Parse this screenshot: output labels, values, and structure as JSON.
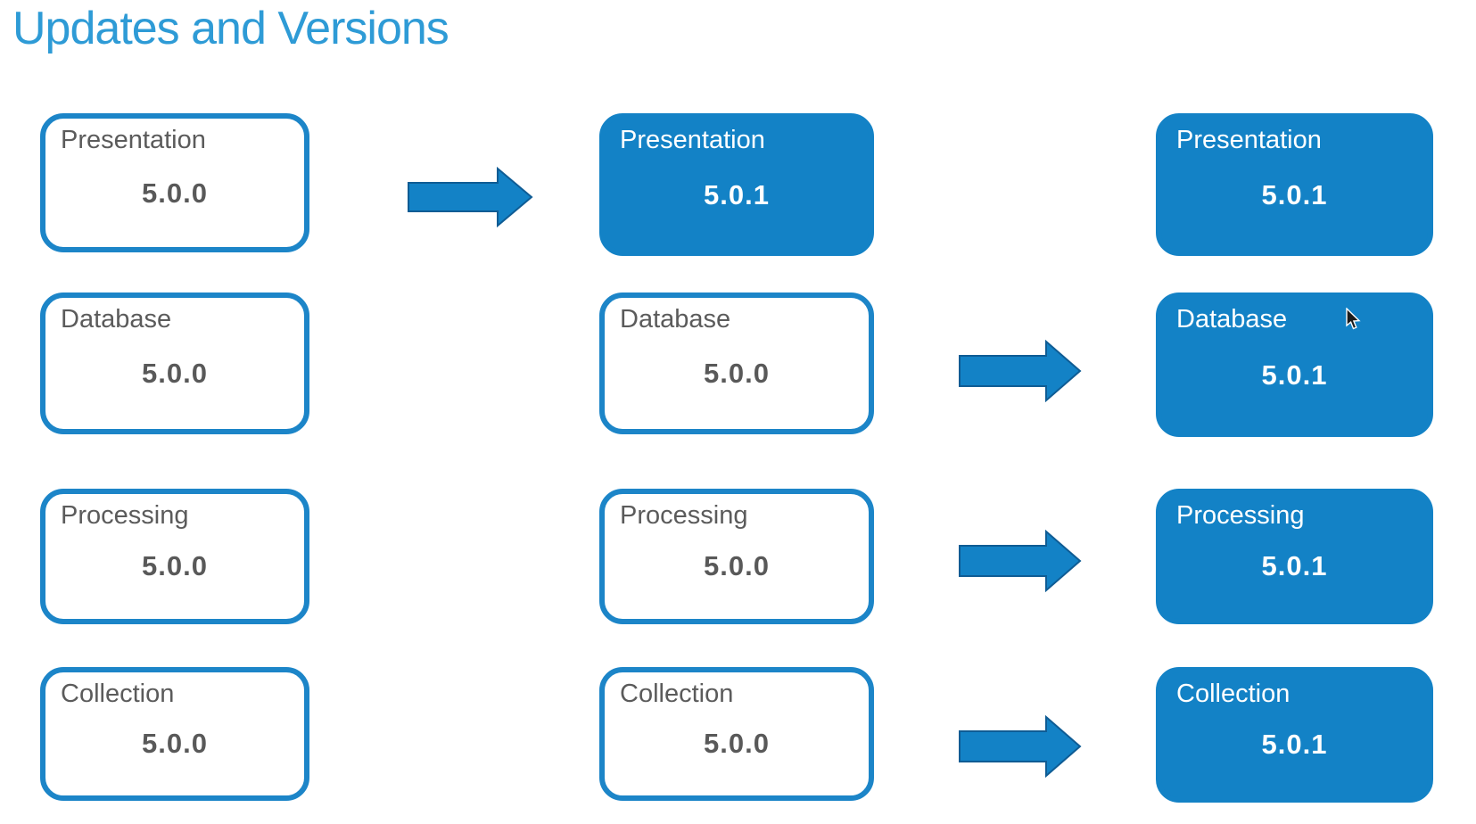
{
  "title": "Updates and Versions",
  "diagram": {
    "columns": [
      {
        "name": "baseline-versions",
        "boxes": [
          {
            "label": "Presentation",
            "version": "5.0.0",
            "style": "outline"
          },
          {
            "label": "Database",
            "version": "5.0.0",
            "style": "outline"
          },
          {
            "label": "Processing",
            "version": "5.0.0",
            "style": "outline"
          },
          {
            "label": "Collection",
            "version": "5.0.0",
            "style": "outline"
          }
        ]
      },
      {
        "name": "presentation-updated",
        "boxes": [
          {
            "label": "Presentation",
            "version": "5.0.1",
            "style": "filled"
          },
          {
            "label": "Database",
            "version": "5.0.0",
            "style": "outline"
          },
          {
            "label": "Processing",
            "version": "5.0.0",
            "style": "outline"
          },
          {
            "label": "Collection",
            "version": "5.0.0",
            "style": "outline"
          }
        ]
      },
      {
        "name": "all-updated",
        "boxes": [
          {
            "label": "Presentation",
            "version": "5.0.1",
            "style": "filled"
          },
          {
            "label": "Database",
            "version": "5.0.1",
            "style": "filled"
          },
          {
            "label": "Processing",
            "version": "5.0.1",
            "style": "filled"
          },
          {
            "label": "Collection",
            "version": "5.0.1",
            "style": "filled"
          }
        ]
      }
    ],
    "arrows": [
      {
        "name": "arrow-presentation-update",
        "from": "baseline-versions.Presentation",
        "to": "presentation-updated.Presentation"
      },
      {
        "name": "arrow-database-update",
        "from": "presentation-updated.Database",
        "to": "all-updated.Database"
      },
      {
        "name": "arrow-processing-update",
        "from": "presentation-updated.Processing",
        "to": "all-updated.Processing"
      },
      {
        "name": "arrow-collection-update",
        "from": "presentation-updated.Collection",
        "to": "all-updated.Collection"
      }
    ]
  },
  "icons": {
    "arrow": "right-arrow-icon",
    "cursor": "mouse-pointer-icon"
  },
  "colors": {
    "title_blue": "#2e9bd6",
    "box_fill_blue": "#1382c6",
    "box_border_blue": "#1c85c8",
    "arrow_fill": "#1382c6",
    "arrow_outline": "#0f5c94",
    "label_gray": "#5b5b5b",
    "version_gray": "#595959",
    "background": "#ffffff"
  }
}
